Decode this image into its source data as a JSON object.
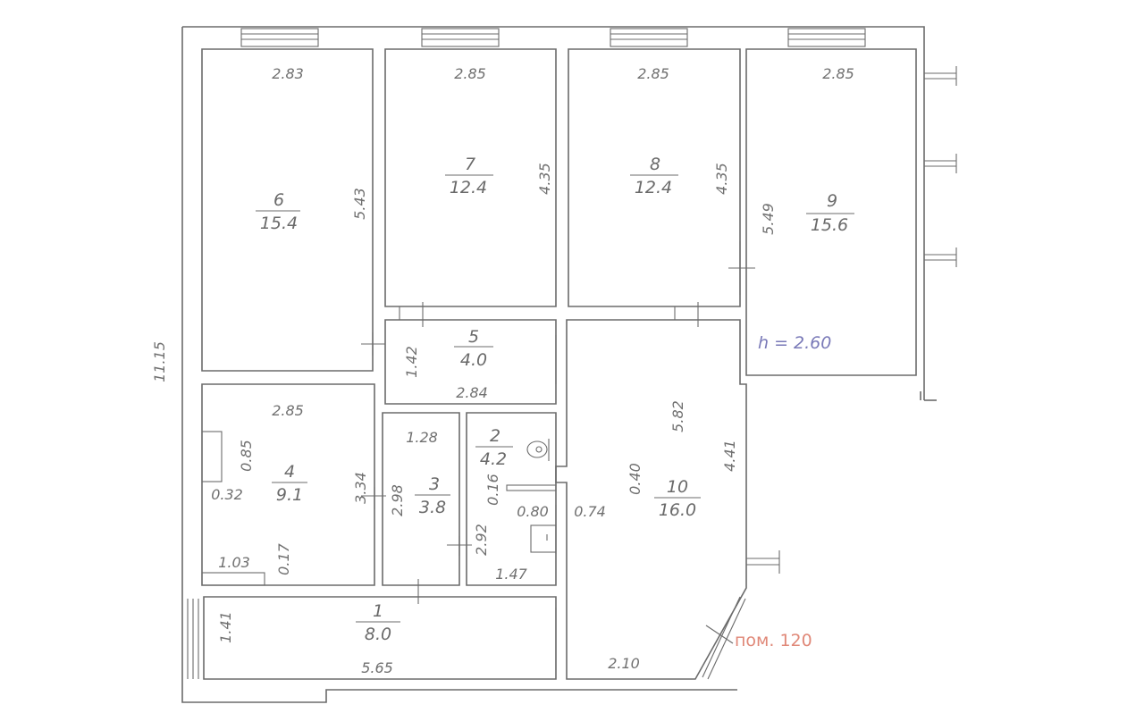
{
  "rooms": [
    {
      "id": "r1",
      "number": "1",
      "area": "8.0"
    },
    {
      "id": "r2",
      "number": "2",
      "area": "4.2"
    },
    {
      "id": "r3",
      "number": "3",
      "area": "3.8"
    },
    {
      "id": "r4",
      "number": "4",
      "area": "9.1"
    },
    {
      "id": "r5",
      "number": "5",
      "area": "4.0"
    },
    {
      "id": "r6",
      "number": "6",
      "area": "15.4"
    },
    {
      "id": "r7",
      "number": "7",
      "area": "12.4"
    },
    {
      "id": "r8",
      "number": "8",
      "area": "12.4"
    },
    {
      "id": "r9",
      "number": "9",
      "area": "15.6"
    },
    {
      "id": "r10",
      "number": "10",
      "area": "16.0"
    }
  ],
  "dimensions": {
    "r6_width": "2.83",
    "r6_length": "5.43",
    "r7_width": "2.85",
    "r7_length": "4.35",
    "r8_width": "2.85",
    "r8_length": "4.35",
    "r9_width": "2.85",
    "r9_length": "5.49",
    "overall": "11.15",
    "r5_length": "1.42",
    "r5_width": "2.84",
    "r4_width": "2.85",
    "r4_length": "3.34",
    "r4_niche_depth": "0.85",
    "r4_niche_width": "0.32",
    "r4_bottom_len": "1.03",
    "r4_bottom_depth": "0.17",
    "r3_width": "1.28",
    "r3_length": "2.98",
    "r2_length": "2.92",
    "r2_small": "0.16",
    "r2_offset": "0.80",
    "r2_width": "1.47",
    "r10_len1": "5.82",
    "r10_len2": "4.41",
    "r10_niche": "0.40",
    "r10_niche_w": "0.74",
    "r10_bottom": "2.10",
    "r1_width": "1.41",
    "r1_length": "5.65"
  },
  "notes": {
    "ceiling_height": "h = 2.60",
    "premises": "пом. 120"
  }
}
